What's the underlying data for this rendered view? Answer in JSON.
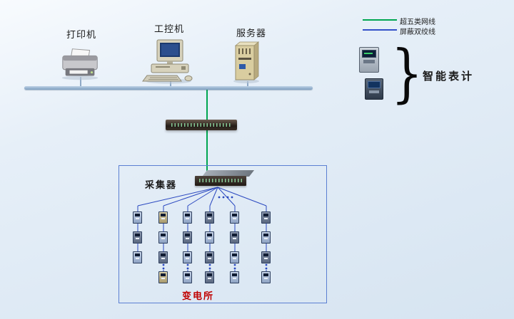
{
  "devices": {
    "printer_label": "打印机",
    "ipc_label": "工控机",
    "server_label": "服务器"
  },
  "legend": {
    "cat5_label": "超五类网线",
    "stp_label": "屏蔽双绞线",
    "smart_meter_label": "智能表计",
    "brace_glyph": "}",
    "cat5_color": "#00a651",
    "stp_color": "#3350c8"
  },
  "substation": {
    "collector_label": "采集器",
    "station_label": "变电所",
    "station_label_color": "#c00000"
  },
  "colors": {
    "bus_line": "#7e9fc0",
    "wire_blue": "#2a48c0",
    "link_green": "#00a651"
  },
  "icons": {
    "printer": "printer-icon",
    "industrial_computer": "computer-icon",
    "server": "server-icon",
    "switch": "ethernet-switch-icon",
    "collector": "collector-icon",
    "smart_meter": "smart-meter-icon"
  }
}
